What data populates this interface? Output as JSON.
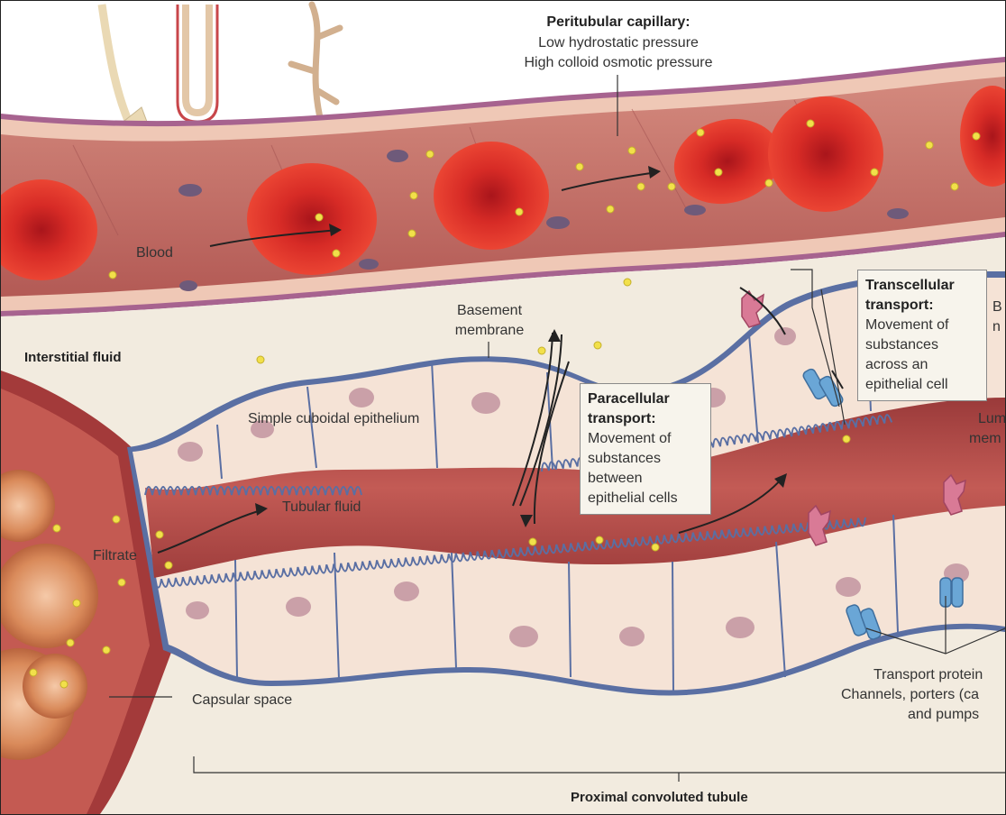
{
  "labels": {
    "peritubular_title": "Peritubular capillary:",
    "peritubular_line1": "Low hydrostatic pressure",
    "peritubular_line2": "High colloid osmotic pressure",
    "blood": "Blood",
    "interstitial_fluid": "Interstitial fluid",
    "basement_membrane_1": "Basement",
    "basement_membrane_2": "membrane",
    "simple_cuboidal": "Simple cuboidal epithelium",
    "tubular_fluid": "Tubular fluid",
    "filtrate": "Filtrate",
    "capsular_space": "Capsular space",
    "proximal_tubule": "Proximal convoluted tubule",
    "lumen_partial_1": "Lum",
    "lumen_partial_2": "mem",
    "basolateral_partial_1": "B",
    "basolateral_partial_2": "n",
    "transport_proteins_1": "Transport protein",
    "transport_proteins_2": "Channels, porters (ca",
    "transport_proteins_3": "and pumps"
  },
  "paracellular": {
    "title": "Paracellular transport:",
    "description": "Movement of\nsubstances\nbetween\nepithelial cells"
  },
  "transcellular": {
    "title": "Transcellular transport:",
    "description": "Movement of\nsubstances\nacross an\nepithelial cell"
  },
  "colors": {
    "capillary_wall": "#a45a8c",
    "blood_plasma": "#c0605a",
    "red_blood_cell": "#e0322a",
    "interstitial": "#f1ebe0",
    "basement_membrane": "#5a6fa3",
    "epithelial_cell": "#f7e6dc",
    "tubular_lumen": "#b84a48",
    "solute": "#f2e04a",
    "channel_protein": "#6aa6d6",
    "pump_protein": "#d97a96"
  }
}
